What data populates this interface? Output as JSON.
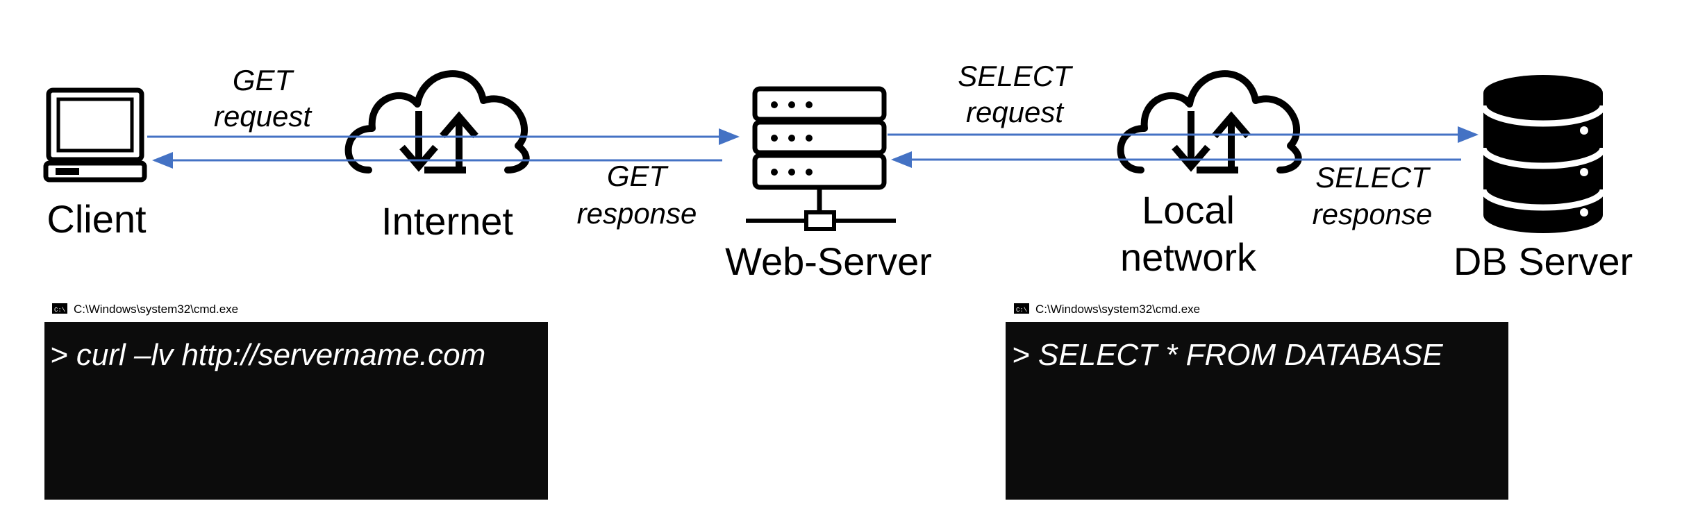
{
  "nodes": {
    "client": "Client",
    "internet": "Internet",
    "web_server": "Web-Server",
    "local_network": [
      "Local",
      "network"
    ],
    "db_server": "DB Server"
  },
  "messages": {
    "get_request": [
      "GET",
      "request"
    ],
    "get_response": [
      "GET",
      "response"
    ],
    "select_request": [
      "SELECT",
      "request"
    ],
    "select_response": [
      "SELECT",
      "response"
    ]
  },
  "consoles": [
    {
      "title": "C:\\Windows\\system32\\cmd.exe",
      "command": "> curl –lv http://servername.com"
    },
    {
      "title": "C:\\Windows\\system32\\cmd.exe",
      "command": "> SELECT * FROM DATABASE"
    }
  ],
  "colors": {
    "arrow": "#4472c4",
    "console_bg": "#0c0c0c",
    "console_text": "#ffffff",
    "icon": "#000000"
  },
  "icons": {
    "client": "laptop-icon",
    "internet": "cloud-transfer-icon",
    "web_server": "server-rack-icon",
    "local_network": "cloud-transfer-icon",
    "db_server": "database-icon",
    "console": "cmd-window-icon"
  }
}
